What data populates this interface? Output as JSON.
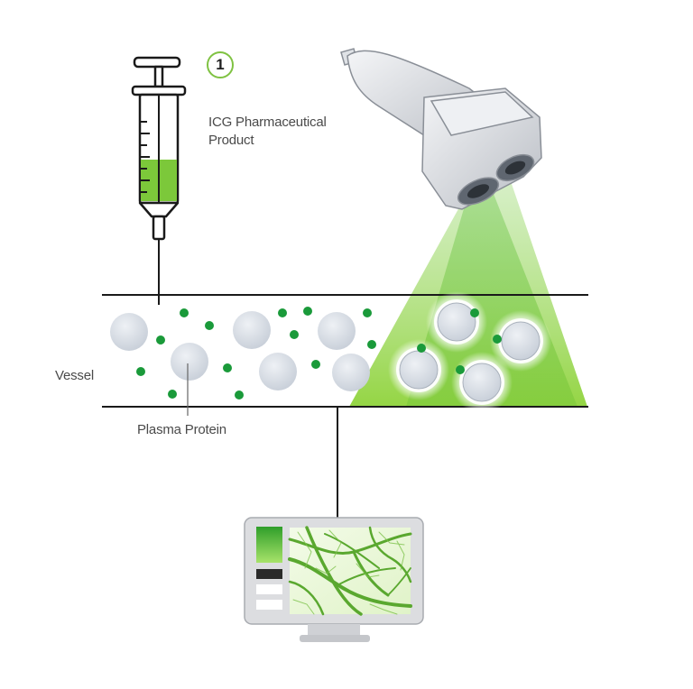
{
  "step": {
    "number": "1"
  },
  "labels": {
    "drug_line1": "ICG Pharmaceutical",
    "drug_line2": "Product",
    "vessel": "Vessel",
    "protein": "Plasma Protein"
  },
  "colors": {
    "green_dot": "#1a9a3a",
    "light_green": "#8fd33a",
    "protein_fill": "#d6dbe2",
    "line": "#1a1a1a",
    "text": "#4a4a4a",
    "step_ring": "#7fc242"
  },
  "icons": [
    "syringe-icon",
    "camera-scanner-icon",
    "monitor-icon"
  ]
}
